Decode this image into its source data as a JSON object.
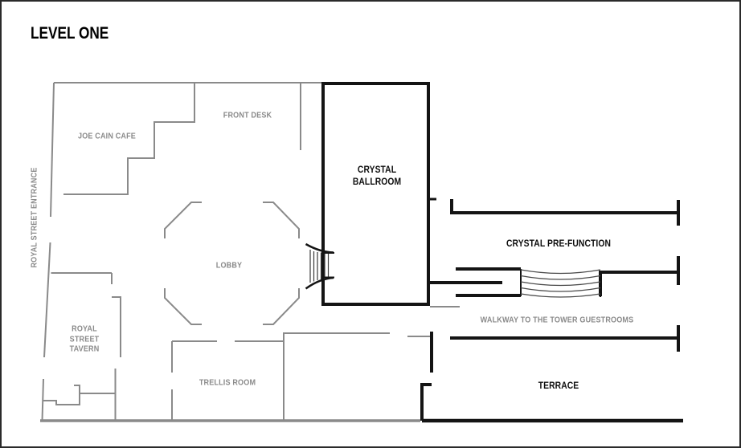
{
  "title": "LEVEL ONE",
  "colors": {
    "background": "#ffffff",
    "wall_black": "#141414",
    "wall_gray": "#8a8a8a",
    "label_black": "#0d0d0d",
    "label_gray": "#8a8a8a"
  },
  "labels": {
    "royal_street_entrance": "ROYAL STREET ENTRANCE",
    "joe_cain_cafe": "JOE CAIN CAFE",
    "front_desk": "FRONT DESK",
    "lobby": "LOBBY",
    "royal_street_tavern": "ROYAL\nSTREET\nTAVERN",
    "trellis_room": "TRELLIS ROOM",
    "crystal_ballroom": "CRYSTAL\nBALLROOM",
    "crystal_pre_function": "CRYSTAL PRE-FUNCTION",
    "walkway_to_tower": "WALKWAY TO THE TOWER GUESTROOMS",
    "terrace": "TERRACE"
  }
}
